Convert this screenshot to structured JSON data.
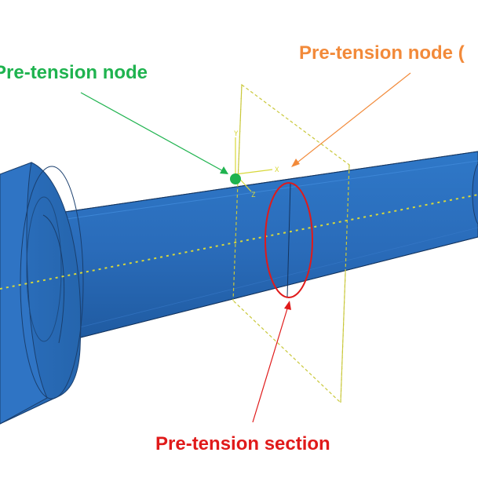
{
  "labels": {
    "node": "Pre-tension node",
    "node_c": "Pre-tension node (",
    "section": "Pre-tension section"
  },
  "axes": {
    "x": "X",
    "y": "Y",
    "z": "Z"
  },
  "colors": {
    "node": "#1fb34f",
    "node_c": "#f28a3a",
    "section": "#e01a1a",
    "bolt": "#2a6fc0",
    "plane": "#c9c83a"
  }
}
